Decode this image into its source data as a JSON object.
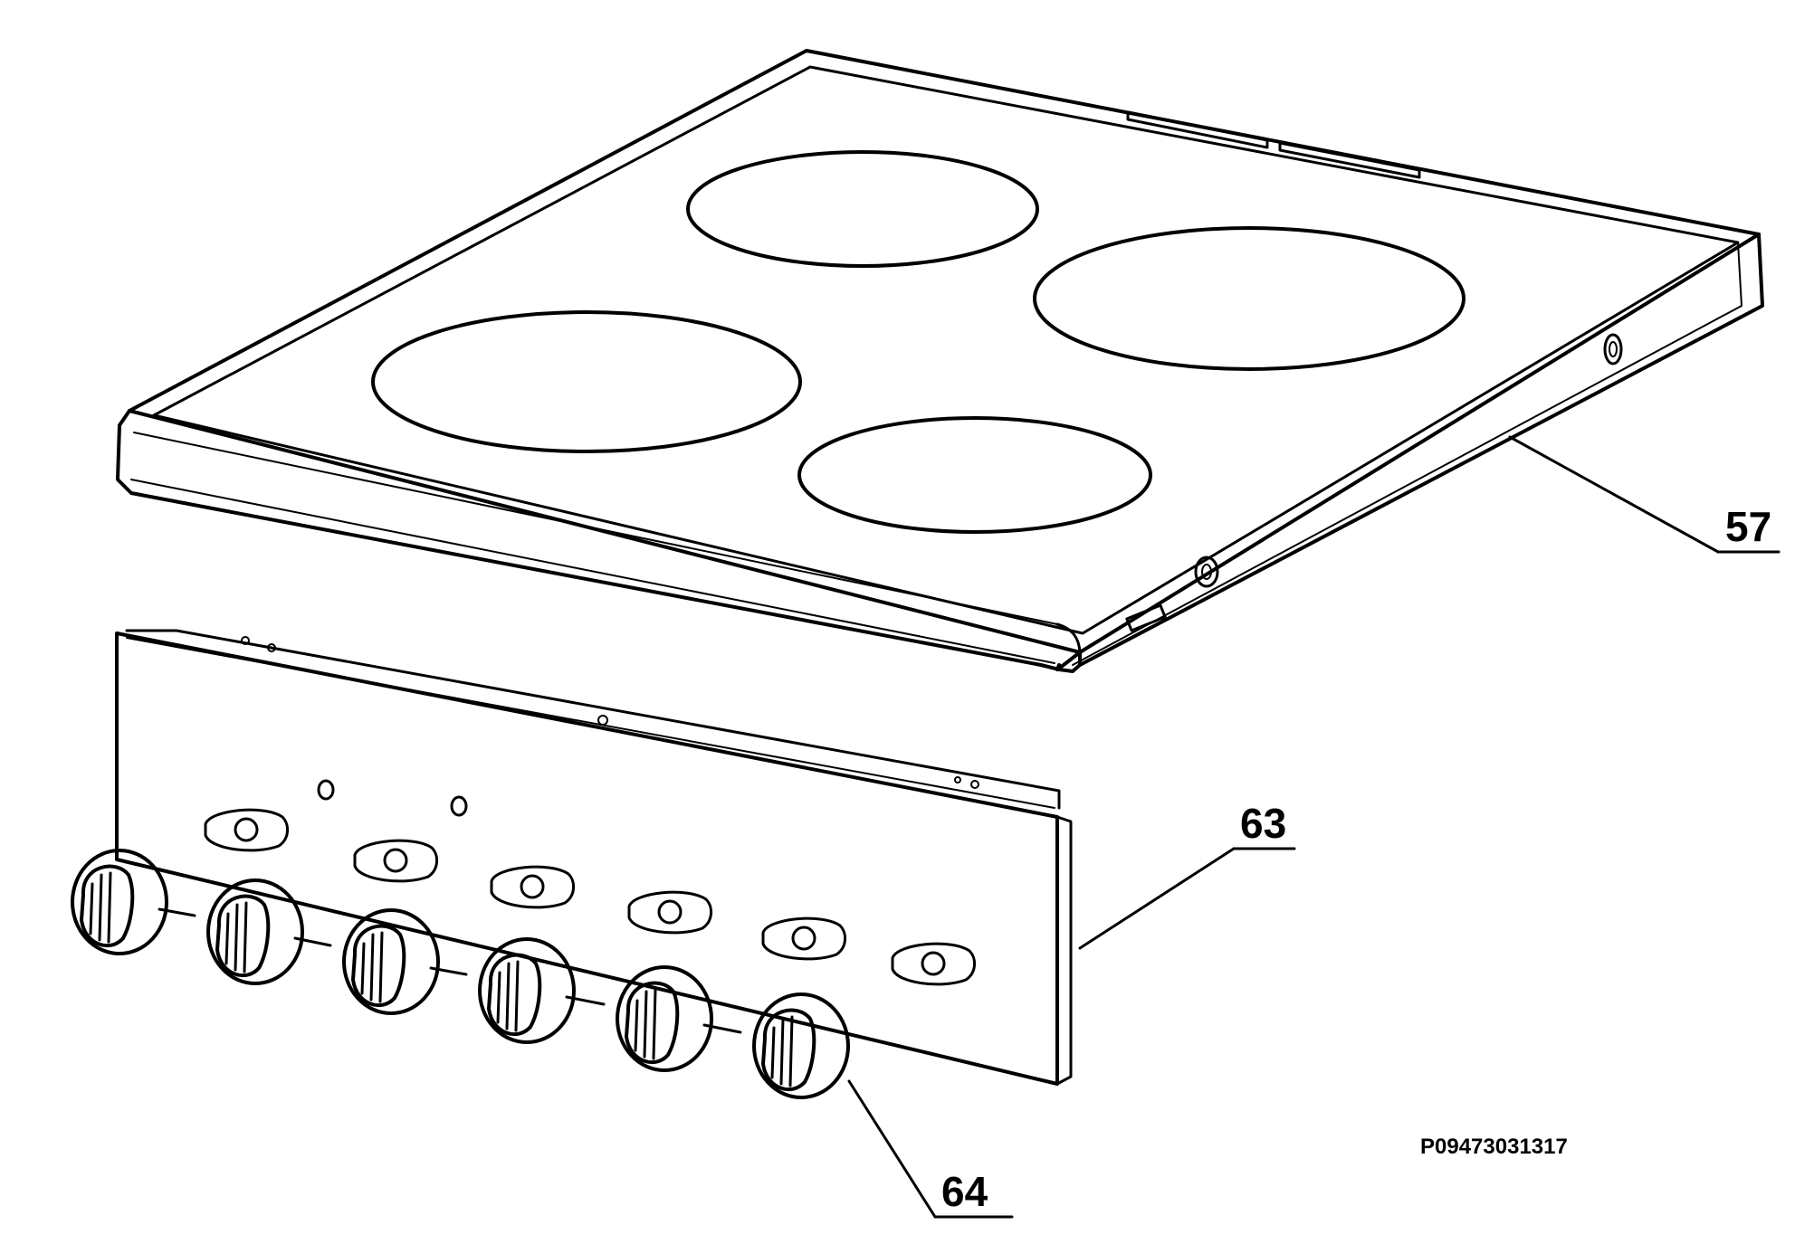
{
  "diagram": {
    "type": "exploded-parts-view",
    "parts": [
      {
        "number": "57"
      },
      {
        "number": "63"
      },
      {
        "number": "64"
      }
    ],
    "drawing_id": "P09473031317"
  }
}
